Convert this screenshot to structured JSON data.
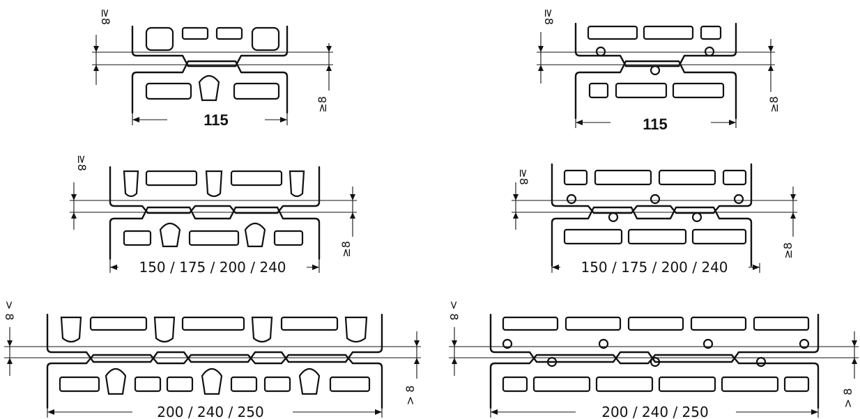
{
  "panels": [
    {
      "id": "p1",
      "dimension_label": "115",
      "gap_top": "≥8",
      "gap_bottom": "≥8",
      "variant": "tapered",
      "style": "bold"
    },
    {
      "id": "p2",
      "dimension_label": "115",
      "gap_top": "≥8",
      "gap_bottom": "≥8",
      "variant": "circles",
      "style": "bold"
    },
    {
      "id": "p3",
      "dimension_label": "150 / 175 / 200 / 240",
      "gap_top": "≥8",
      "gap_bottom": "≥8",
      "variant": "tapered",
      "style": "drawn"
    },
    {
      "id": "p4",
      "dimension_label": "150 / 175 / 200 / 240",
      "gap_top": "≥8",
      "gap_bottom": "≥8",
      "variant": "circles",
      "style": "drawn"
    },
    {
      "id": "p5",
      "dimension_label": "200 / 240 / 250",
      "gap_top": "> 8",
      "gap_bottom": "> 8",
      "variant": "tapered",
      "style": "drawn"
    },
    {
      "id": "p6",
      "dimension_label": "200 / 240 / 250",
      "gap_top": "> 8",
      "gap_bottom": "> 8",
      "variant": "circles",
      "style": "drawn"
    }
  ]
}
